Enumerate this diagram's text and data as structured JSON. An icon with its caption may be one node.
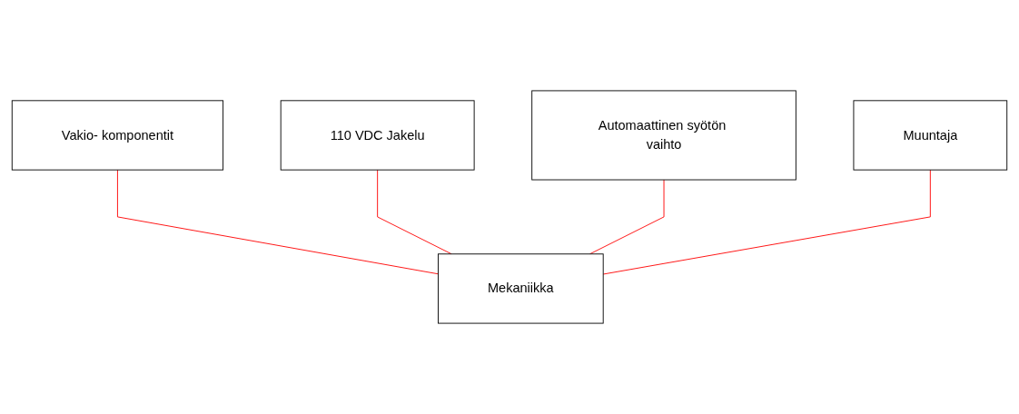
{
  "diagram": {
    "nodes": [
      {
        "text": [
          "Vakio- komponentit"
        ]
      },
      {
        "text": [
          "110 VDC Jakelu"
        ]
      },
      {
        "text": [
          "Automaattinen syötön vaihto"
        ]
      },
      {
        "text": [
          "Muuntaja"
        ]
      },
      {
        "text": [
          "Mekaniikka"
        ]
      }
    ],
    "edges": [
      {
        "from": 0,
        "to": 4,
        "arrow": "none",
        "color": "#ff0000"
      },
      {
        "from": 1,
        "to": 4,
        "arrow": "none",
        "color": "#ff0000"
      },
      {
        "from": 2,
        "to": 4,
        "arrow": "none",
        "color": "#ff0000"
      },
      {
        "from": 3,
        "to": 4,
        "arrow": "none",
        "color": "#ff0000"
      }
    ]
  }
}
